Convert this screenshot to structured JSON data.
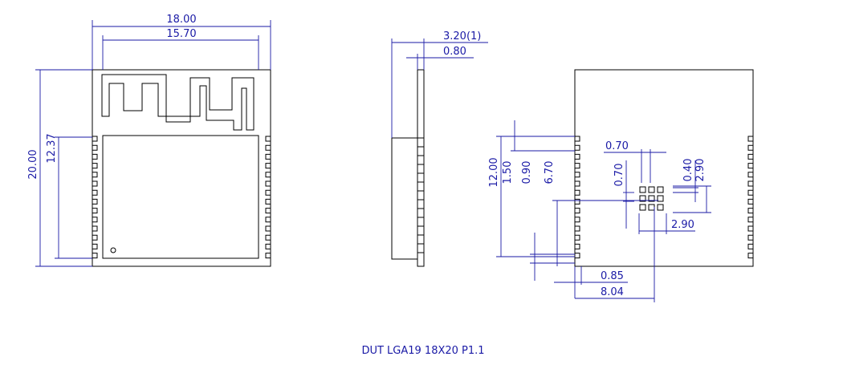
{
  "title": "DUT LGA19 18X20 P1.1",
  "colors": {
    "outline": "#000000",
    "dimension": "#1a1aa6"
  },
  "top_view": {
    "width_overall": "18.00",
    "width_inner": "15.70",
    "height_overall": "20.00",
    "height_pin_field": "12.37"
  },
  "side_view": {
    "thickness_total": "3.20(1)",
    "thickness_pcb": "0.80"
  },
  "bottom_view": {
    "pitch_h": "0.70",
    "pitch_v": "0.70",
    "pad_height": "0.40",
    "grid_offset_v": "2.90",
    "grid_offset_h": "2.90",
    "span_v": "12.00",
    "first_pad_v": "1.50",
    "offset_a": "0.90",
    "offset_b": "6.70",
    "edge_pad": "0.85",
    "center_h": "8.04"
  }
}
